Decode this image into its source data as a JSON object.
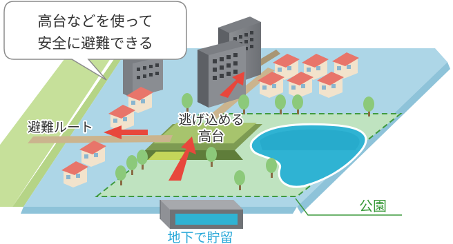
{
  "callout": {
    "line1": "高台などを使って",
    "line2": "安全に避難できる"
  },
  "labels": {
    "evacuation_route": "避難ルート",
    "high_ground_line1": "逃げ込める",
    "high_ground_line2": "高台",
    "park": "公園",
    "underground_storage": "地下で貯留"
  },
  "colors": {
    "water": "#a9d4e6",
    "embankment": "#c6e09a",
    "park_grass": "#bfe3c0",
    "pond": "#2fb3d3",
    "arrow": "#e8473c",
    "park_label": "#3a9a3a",
    "storage_label": "#29a8d8",
    "road": "#cbb48e"
  }
}
